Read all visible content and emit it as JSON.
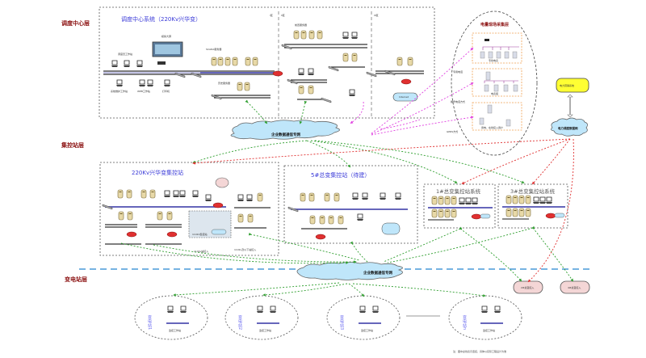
{
  "layers": {
    "dispatch": "调度中心层",
    "centralized_control": "集控站层",
    "substation": "变电站层"
  },
  "dispatch_center": {
    "title": "调度中心系统（220Kv兴华变）",
    "zone_labels": [
      "I区",
      "II区",
      "III区"
    ],
    "labels": {
      "display_wall": "模拟大屏",
      "dispatch_workstations": "调度员工作站",
      "maintenance_station": "系统维护工作站",
      "web_station": "WEB工作站",
      "printer": "打印机",
      "router": "路由器",
      "scada_servers": "SCADA服务器",
      "front_servers": "前置服务器",
      "history_servers": "历史服务器",
      "internet": "Internet",
      "firewall": "防火墙"
    }
  },
  "metering_layer": {
    "title": "电量现场采集层",
    "groups": [
      "专线电表",
      "电表组",
      "用电、在线接入用户"
    ],
    "link_labels": [
      "专用电话",
      "拨号电话方式",
      "GPRS方式"
    ]
  },
  "external": {
    "other_system": "电力营销系统",
    "dispatch_network": "电力调度数据网"
  },
  "enterprise_network": {
    "label": "企业数据通信专网"
  },
  "control_stations": [
    {
      "title": "220Kv兴华变集控站",
      "inset": "110kV集控站"
    },
    {
      "title": "5#总变集控站（待建）"
    },
    {
      "title": "1#总变集控站系统"
    },
    {
      "title": "3#总变集控站系统"
    }
  ],
  "link_notes": [
    "110kv及以下站接入",
    "110kv站接入",
    "220kv站接入"
  ],
  "access_nodes": [
    "2#总变接入",
    "4#总变接入"
  ],
  "substations": [
    {
      "label": "变电站1",
      "workstation": "监控工作站"
    },
    {
      "label": "变电站2",
      "workstation": "监控工作站"
    },
    {
      "label": "变电站3",
      "workstation": "监控工作站"
    },
    {
      "label": "变电站n",
      "workstation": "监控工作站"
    }
  ],
  "footnote": "注：图中虚线表示连接，具体以实际工程设计为准",
  "colors": {
    "layer_label": "#8b1010",
    "title_blue": "#3a3ad8",
    "green_link": "#2e9e2e",
    "magenta_link": "#e040e0",
    "red_link": "#e03030",
    "cloud_fill": "#bfe6fa",
    "layer_divider": "#4a9ad8",
    "access_node_fill": "#f4d6d6",
    "external_fill": "#ffff33"
  }
}
